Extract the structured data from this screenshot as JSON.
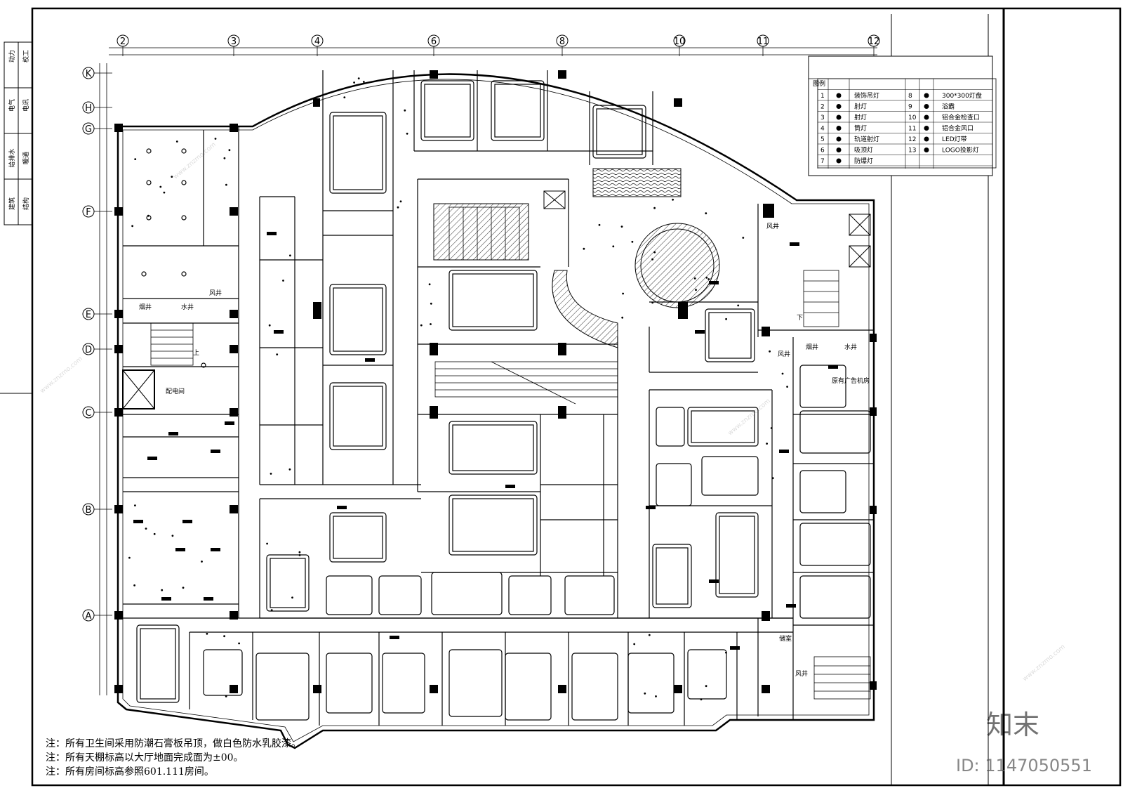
{
  "side_labels": [
    "动力",
    "校工",
    "电气",
    "电讯",
    "给排水",
    "暖通",
    "建筑",
    "结构"
  ],
  "grid_cols": [
    {
      "label": "2"
    },
    {
      "label": "3"
    },
    {
      "label": "4"
    },
    {
      "label": "6"
    },
    {
      "label": "8"
    },
    {
      "label": "10"
    },
    {
      "label": "11"
    },
    {
      "label": "12"
    }
  ],
  "grid_rows": [
    {
      "label": "K"
    },
    {
      "label": "H"
    },
    {
      "label": "G"
    },
    {
      "label": "F"
    },
    {
      "label": "E"
    },
    {
      "label": "D"
    },
    {
      "label": "C"
    },
    {
      "label": "B"
    },
    {
      "label": "A"
    }
  ],
  "room_labels": {
    "smoke_shaft_left": "烟井",
    "water_shaft_left": "水井",
    "wind_shaft_left": "风井",
    "distribution_room": "配电间",
    "wind_shaft_right_top": "风井",
    "wind_shaft_right": "风井",
    "smoke_shaft_right": "烟井",
    "water_shaft_right": "水井",
    "ad_room": "原有广告机房",
    "storage": "储室",
    "wind_shaft_bottom": "风井",
    "up": "上",
    "down": "下"
  },
  "legend": {
    "title": "图例",
    "left": [
      {
        "num": "1",
        "name": "装饰吊灯",
        "icon": "chandelier-icon"
      },
      {
        "num": "2",
        "name": "射灯",
        "icon": "spotlight-icon"
      },
      {
        "num": "3",
        "name": "射灯",
        "icon": "spotlight-icon"
      },
      {
        "num": "4",
        "name": "筒灯",
        "icon": "downlight-icon"
      },
      {
        "num": "5",
        "name": "轨道射灯",
        "icon": "track-light-icon"
      },
      {
        "num": "6",
        "name": "吸顶灯",
        "icon": "ceiling-light-icon"
      },
      {
        "num": "7",
        "name": "防爆灯",
        "icon": "explosion-proof-light-icon"
      }
    ],
    "right": [
      {
        "num": "8",
        "name": "300*300灯盘",
        "icon": "panel-light-icon"
      },
      {
        "num": "9",
        "name": "浴霸",
        "icon": "bath-heater-icon"
      },
      {
        "num": "10",
        "name": "铝合金检查口",
        "icon": "inspection-port-icon"
      },
      {
        "num": "11",
        "name": "铝合金风口",
        "icon": "air-vent-icon"
      },
      {
        "num": "12",
        "name": "LED灯带",
        "icon": "led-strip-icon"
      },
      {
        "num": "13",
        "name": "LOGO投影灯",
        "icon": "logo-projector-icon"
      }
    ]
  },
  "notes": [
    "注：所有卫生间采用防潮石膏板吊顶，做白色防水乳胶漆。",
    "注：所有天棚标高以大厅地面完成面为±00。",
    "注：所有房间标高参照601.111房间。"
  ],
  "watermark": {
    "logo": "知末",
    "id": "ID: 1147050551",
    "site": "www.znzmo.com"
  }
}
